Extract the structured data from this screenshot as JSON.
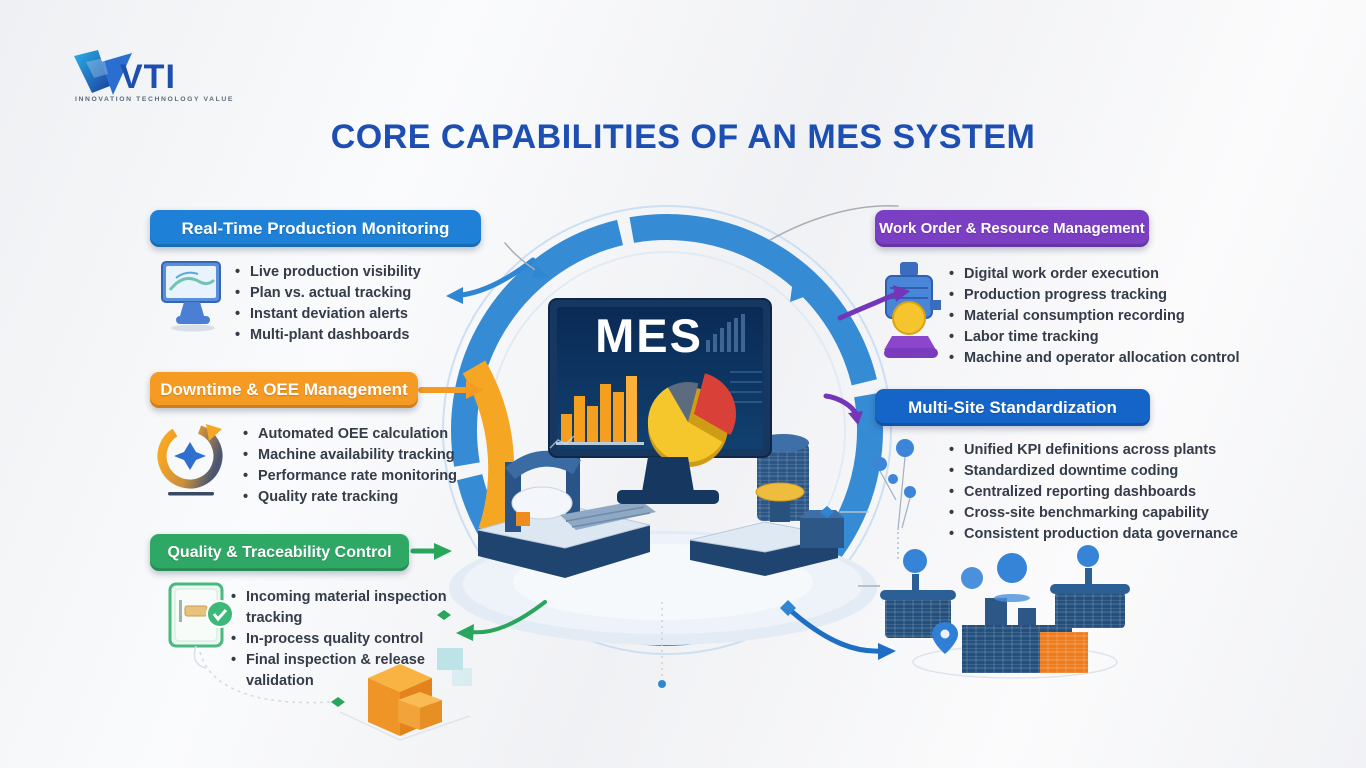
{
  "logo": {
    "brand": "VTI",
    "tagline": "INNOVATION TECHNOLOGY VALUE"
  },
  "title": "CORE CAPABILITIES OF AN MES SYSTEM",
  "center": {
    "screen_label": "MES"
  },
  "sections": {
    "real_time": {
      "title": "Real-Time Production Monitoring",
      "color": "#1e80d6",
      "bullets": [
        "Live production visibility",
        "Plan vs. actual tracking",
        "Instant deviation alerts",
        "Multi-plant dashboards"
      ]
    },
    "downtime": {
      "title": "Downtime & OEE Management",
      "color": "#f59a23",
      "bullets": [
        "Automated OEE calculation",
        "Machine availability tracking",
        "Performance rate monitoring",
        "Quality rate tracking"
      ]
    },
    "quality": {
      "title": "Quality & Traceability Control",
      "color": "#2fa866",
      "bullets": [
        "Incoming material inspection tracking",
        "In-process quality control",
        "Final inspection & release validation"
      ]
    },
    "work_order": {
      "title": "Work Order & Resource Management",
      "color": "#7b3fc4",
      "bullets": [
        "Digital work order execution",
        "Production progress tracking",
        "Material consumption recording",
        "Labor time tracking",
        "Machine and operator allocation control"
      ]
    },
    "multi_site": {
      "title": "Multi-Site Standardization",
      "color": "#1565c8",
      "bullets": [
        "Unified KPI definitions across plants",
        "Standardized downtime coding",
        "Centralized reporting dashboards",
        "Cross-site benchmarking capability",
        "Consistent production data governance"
      ]
    }
  }
}
